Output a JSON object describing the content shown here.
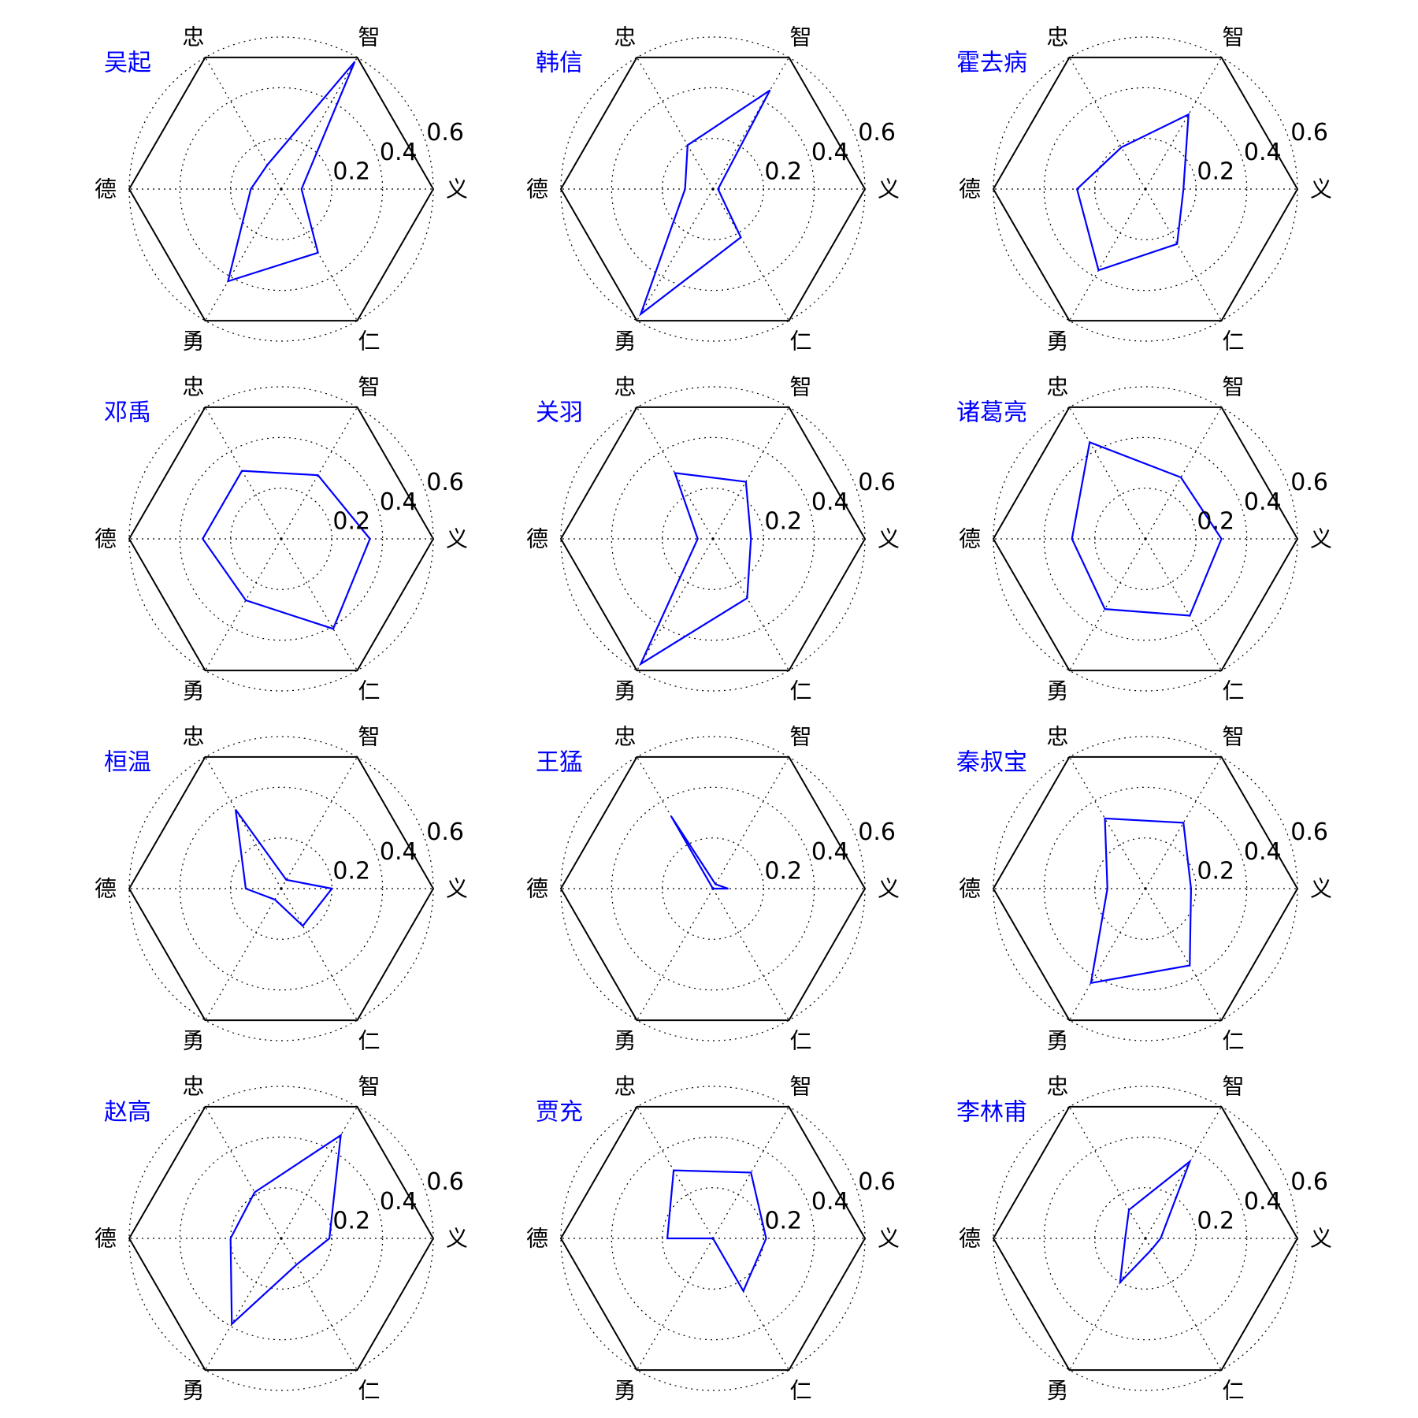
{
  "figure": {
    "axes": [
      "义",
      "智",
      "忠",
      "德",
      "勇",
      "仁"
    ],
    "rticks": [
      "0.2",
      "0.4",
      "0.6"
    ],
    "rtick_values": [
      0.2,
      0.4,
      0.6
    ],
    "rmax": 0.6,
    "series_color": "#0000ff",
    "label_color": "#0000ff",
    "frame_color": "#000000",
    "grid_color": "#000000"
  },
  "chart_data": [
    {
      "type": "radar",
      "title": "吴起",
      "categories": [
        "义",
        "智",
        "忠",
        "德",
        "勇",
        "仁"
      ],
      "values": [
        0.08,
        0.58,
        0.11,
        0.12,
        0.42,
        0.29
      ],
      "ylim": [
        0,
        0.6
      ]
    },
    {
      "type": "radar",
      "title": "韩信",
      "categories": [
        "义",
        "智",
        "忠",
        "德",
        "勇",
        "仁"
      ],
      "values": [
        0.02,
        0.45,
        0.2,
        0.11,
        0.57,
        0.22
      ],
      "ylim": [
        0,
        0.6
      ]
    },
    {
      "type": "radar",
      "title": "霍去病",
      "categories": [
        "义",
        "智",
        "忠",
        "德",
        "勇",
        "仁"
      ],
      "values": [
        0.15,
        0.34,
        0.19,
        0.27,
        0.37,
        0.25
      ],
      "ylim": [
        0,
        0.6
      ]
    },
    {
      "type": "radar",
      "title": "邓禹",
      "categories": [
        "义",
        "智",
        "忠",
        "德",
        "勇",
        "仁"
      ],
      "values": [
        0.35,
        0.29,
        0.31,
        0.31,
        0.28,
        0.41
      ],
      "ylim": [
        0,
        0.6
      ]
    },
    {
      "type": "radar",
      "title": "关羽",
      "categories": [
        "义",
        "智",
        "忠",
        "德",
        "勇",
        "仁"
      ],
      "values": [
        0.15,
        0.26,
        0.3,
        0.06,
        0.57,
        0.27
      ],
      "ylim": [
        0,
        0.6
      ]
    },
    {
      "type": "radar",
      "title": "诸葛亮",
      "categories": [
        "义",
        "智",
        "忠",
        "德",
        "勇",
        "仁"
      ],
      "values": [
        0.3,
        0.28,
        0.44,
        0.29,
        0.32,
        0.35
      ],
      "ylim": [
        0,
        0.6
      ]
    },
    {
      "type": "radar",
      "title": "桓温",
      "categories": [
        "义",
        "智",
        "忠",
        "德",
        "勇",
        "仁"
      ],
      "values": [
        0.2,
        0.04,
        0.36,
        0.14,
        0.05,
        0.17
      ],
      "ylim": [
        0,
        0.6
      ]
    },
    {
      "type": "radar",
      "title": "王猛",
      "categories": [
        "义",
        "智",
        "忠",
        "德",
        "勇",
        "仁"
      ],
      "values": [
        0.06,
        0.02,
        0.33,
        0.0,
        0.0,
        0.0
      ],
      "ylim": [
        0,
        0.6
      ]
    },
    {
      "type": "radar",
      "title": "秦叔宝",
      "categories": [
        "义",
        "智",
        "忠",
        "德",
        "勇",
        "仁"
      ],
      "values": [
        0.18,
        0.3,
        0.32,
        0.15,
        0.43,
        0.35
      ],
      "ylim": [
        0,
        0.6
      ]
    },
    {
      "type": "radar",
      "title": "赵高",
      "categories": [
        "义",
        "智",
        "忠",
        "德",
        "勇",
        "仁"
      ],
      "values": [
        0.19,
        0.47,
        0.21,
        0.2,
        0.39,
        0.12
      ],
      "ylim": [
        0,
        0.6
      ]
    },
    {
      "type": "radar",
      "title": "贾充",
      "categories": [
        "义",
        "智",
        "忠",
        "德",
        "勇",
        "仁"
      ],
      "values": [
        0.21,
        0.3,
        0.31,
        0.18,
        0.0,
        0.24
      ],
      "ylim": [
        0,
        0.6
      ]
    },
    {
      "type": "radar",
      "title": "李林甫",
      "categories": [
        "义",
        "智",
        "忠",
        "德",
        "勇",
        "仁"
      ],
      "values": [
        0.06,
        0.35,
        0.13,
        0.08,
        0.2,
        0.05
      ],
      "ylim": [
        0,
        0.6
      ]
    }
  ]
}
